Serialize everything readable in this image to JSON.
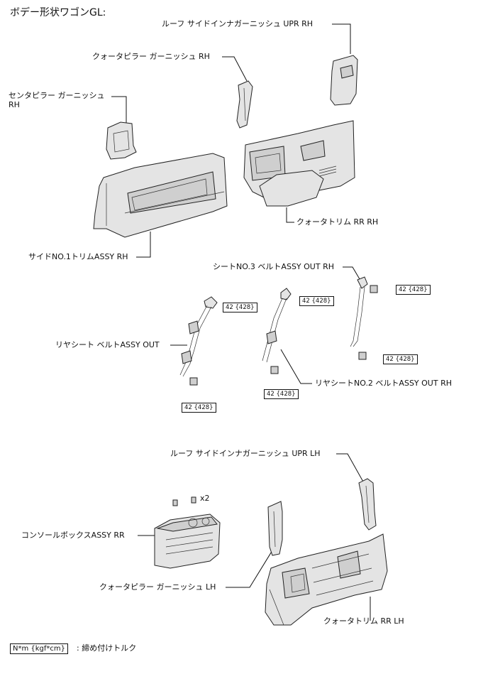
{
  "title": "ボデー形状ワゴンGL:",
  "labels": {
    "roof_upr_rh": "ルーフ サイドインナガーニッシュ UPR RH",
    "quarter_pillar_rh": "クォータピラー ガーニッシュ RH",
    "center_pillar_rh_1": "センタピラー ガーニッシュ",
    "center_pillar_rh_2": "RH",
    "side_no1_trim_rh": "サイドNO.1トリムASSY RH",
    "quarter_trim_rr_rh": "クォータトリム RR RH",
    "seat_no3_belt_rh": "シートNO.3 ベルトASSY OUT RH",
    "rear_seat_belt_out": "リヤシート ベルトASSY OUT",
    "rear_seat_no2_belt_rh": "リヤシートNO.2 ベルトASSY OUT RH",
    "roof_upr_lh": "ルーフ サイドインナガーニッシュ UPR LH",
    "console_box_rr": "コンソールボックスASSY RR",
    "x2": "x2",
    "quarter_pillar_lh": "クォータピラー ガーニッシュ LH",
    "quarter_trim_rr_lh": "クォータトリム RR LH"
  },
  "torque": {
    "t1": "42 {428}",
    "t2": "42 {428}",
    "t3": "42 {428}",
    "t4": "42 {428}",
    "t5": "42 {428}",
    "t6": "42 {428}"
  },
  "legend": {
    "box": "N*m {kgf*cm}",
    "text": ": 締め付けトルク"
  }
}
